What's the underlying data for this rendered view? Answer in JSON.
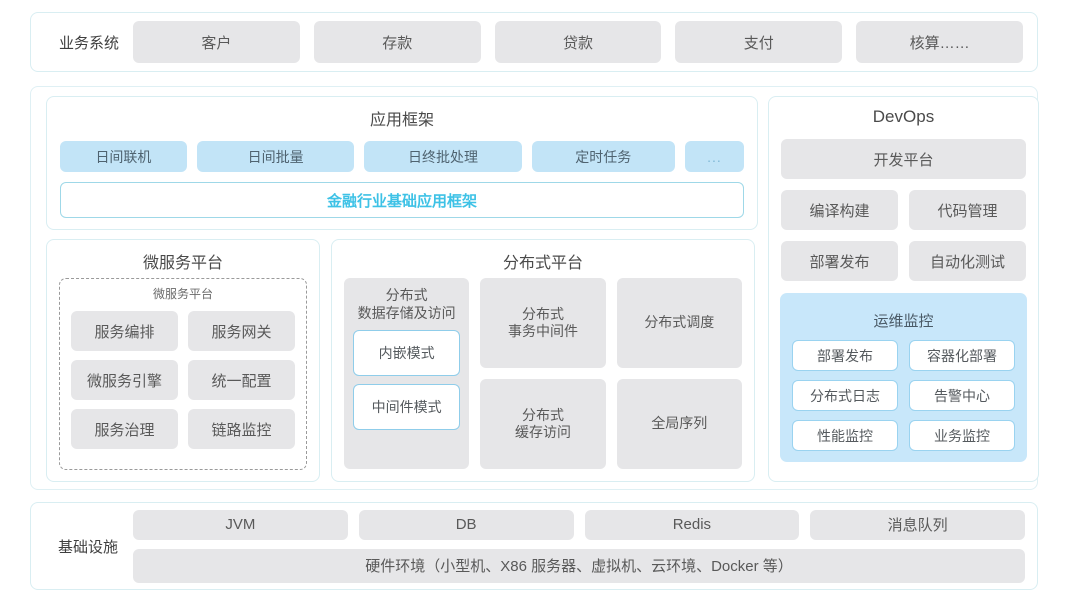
{
  "business": {
    "label": "业务系统",
    "items": [
      "客户",
      "存款",
      "贷款",
      "支付",
      "核算……"
    ]
  },
  "app_framework": {
    "title": "应用框架",
    "chips": [
      "日间联机",
      "日间批量",
      "日终批处理",
      "定时任务",
      "..."
    ],
    "base_framework": "金融行业基础应用框架",
    "base_framework_color": "#3ec2e6"
  },
  "devops": {
    "title": "DevOps",
    "platform": "开发平台",
    "row1": [
      "编译构建",
      "代码管理"
    ],
    "row2": [
      "部署发布",
      "自动化测试"
    ],
    "ops_monitor": {
      "title": "运维监控",
      "row1": [
        "部署发布",
        "容器化部署"
      ],
      "row2": [
        "分布式日志",
        "告警中心"
      ],
      "row3": [
        "性能监控",
        "业务监控"
      ]
    }
  },
  "microservice": {
    "title": "微服务平台",
    "subtitle": "微服务平台",
    "row1": [
      "服务编排",
      "服务网关"
    ],
    "row2": [
      "微服务引擎",
      "统一配置"
    ],
    "row3": [
      "服务治理",
      "链路监控"
    ]
  },
  "distributed": {
    "title": "分布式平台",
    "storage": {
      "label_line1": "分布式",
      "label_line2": "数据存储及访问",
      "modes": [
        "内嵌模式",
        "中间件模式"
      ]
    },
    "col2": [
      {
        "line1": "分布式",
        "line2": "事务中间件"
      },
      {
        "line1": "分布式",
        "line2": "缓存访问"
      }
    ],
    "col3": [
      {
        "line1": "分布式调度",
        "line2": ""
      },
      {
        "line1": "全局序列",
        "line2": ""
      }
    ]
  },
  "infrastructure": {
    "label": "基础设施",
    "items": [
      "JVM",
      "DB",
      "Redis",
      "消息队列"
    ],
    "hardware": "硬件环境（小型机、X86 服务器、虚拟机、云环境、Docker 等）"
  },
  "colors": {
    "gray_box": "#e6e6e8",
    "blue_box": "#c2e4f7",
    "panel_border": "#d9eef2",
    "accent": "#3ec2e6"
  }
}
